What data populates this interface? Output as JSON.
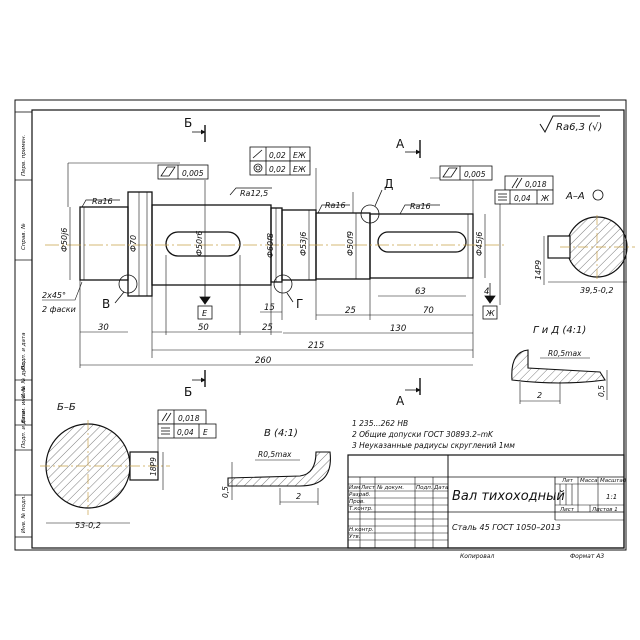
{
  "roughness": {
    "general": "Ra6,3 (√)"
  },
  "section_marks": {
    "b": "Б",
    "a": "А",
    "d": "Д",
    "v": "В",
    "g": "Г",
    "e": "Е",
    "zh": "Ж"
  },
  "tolerances": {
    "runout_1": "0,005",
    "runout_2": "0,005",
    "perp_1": "0,02",
    "conc_1": "0,02",
    "base_ezh": "ЕЖ",
    "par_1": "0,018",
    "sym_1": "0,04",
    "base_zh": "Ж",
    "par_2": "0,018",
    "sym_2": "0,04",
    "base_e": "Е"
  },
  "roughness_marks": {
    "ra16_a": "Ra16",
    "ra125": "Ra12,5",
    "ra16_b": "Ra16",
    "ra16_c": "Ra16"
  },
  "diameters": {
    "d1": "Ф50j6",
    "d2": "Ф70",
    "d3": "Ф50r6",
    "d4": "Ф60f8",
    "d5": "Ф53j6",
    "d6": "Ф50f9",
    "d7": "Ф45j6"
  },
  "dimensions": {
    "chamfer": "2х45°",
    "chamfer_note": "2 фаски",
    "d30": "30",
    "d50": "50",
    "d15": "15",
    "d25a": "25",
    "d25b": "25",
    "d63": "63",
    "d70": "70",
    "d4": "4",
    "d130": "130",
    "d215": "215",
    "d260": "260"
  },
  "section_aa": {
    "title": "А–А",
    "key": "14Р9",
    "depth": "39,5-0,2"
  },
  "detail_gd": {
    "title": "Г и Д (4:1)",
    "radius": "R0,5max",
    "width": "2",
    "height": "0,5"
  },
  "section_bb": {
    "title": "Б–Б",
    "key": "18Р9",
    "depth": "53-0,2"
  },
  "detail_v": {
    "title": "В (4:1)",
    "radius": "R0,5max",
    "width": "2",
    "height": "0,5"
  },
  "notes": [
    "1 235...262 НВ",
    "2 Общие допуски ГОСТ 30893.2–mK",
    "3 Неуказанные радиусы скруглений 1мм"
  ],
  "title_block": {
    "name": "Вал тихоходный",
    "material": "Сталь 45 ГОСТ 1050–2013",
    "lit": "Лит",
    "mass": "Масса",
    "scale": "Масштаб",
    "scale_value": "1:1",
    "sheet": "Лист",
    "sheets": "Листов 1",
    "izm": "Изм",
    "list": "Лист",
    "ndoc": "№ докум.",
    "podp": "Подп.",
    "data": "Дата",
    "razrab": "Разраб.",
    "prov": "Пров.",
    "tkontr": "Т.контр.",
    "nkontr": "Н.контр.",
    "utv": "Утв.",
    "copied": "Копировал",
    "format": "Формат А3"
  },
  "side_strips": {
    "perv": "Перв. примен.",
    "sprav": "Справ. №",
    "podp_data_1": "Подп. и дата",
    "inv_dubl": "Инв. № дубл.",
    "vzam": "Взам. инв. №",
    "podp_data_2": "Подп. и дата",
    "inv_podl": "Инв. № подл."
  }
}
